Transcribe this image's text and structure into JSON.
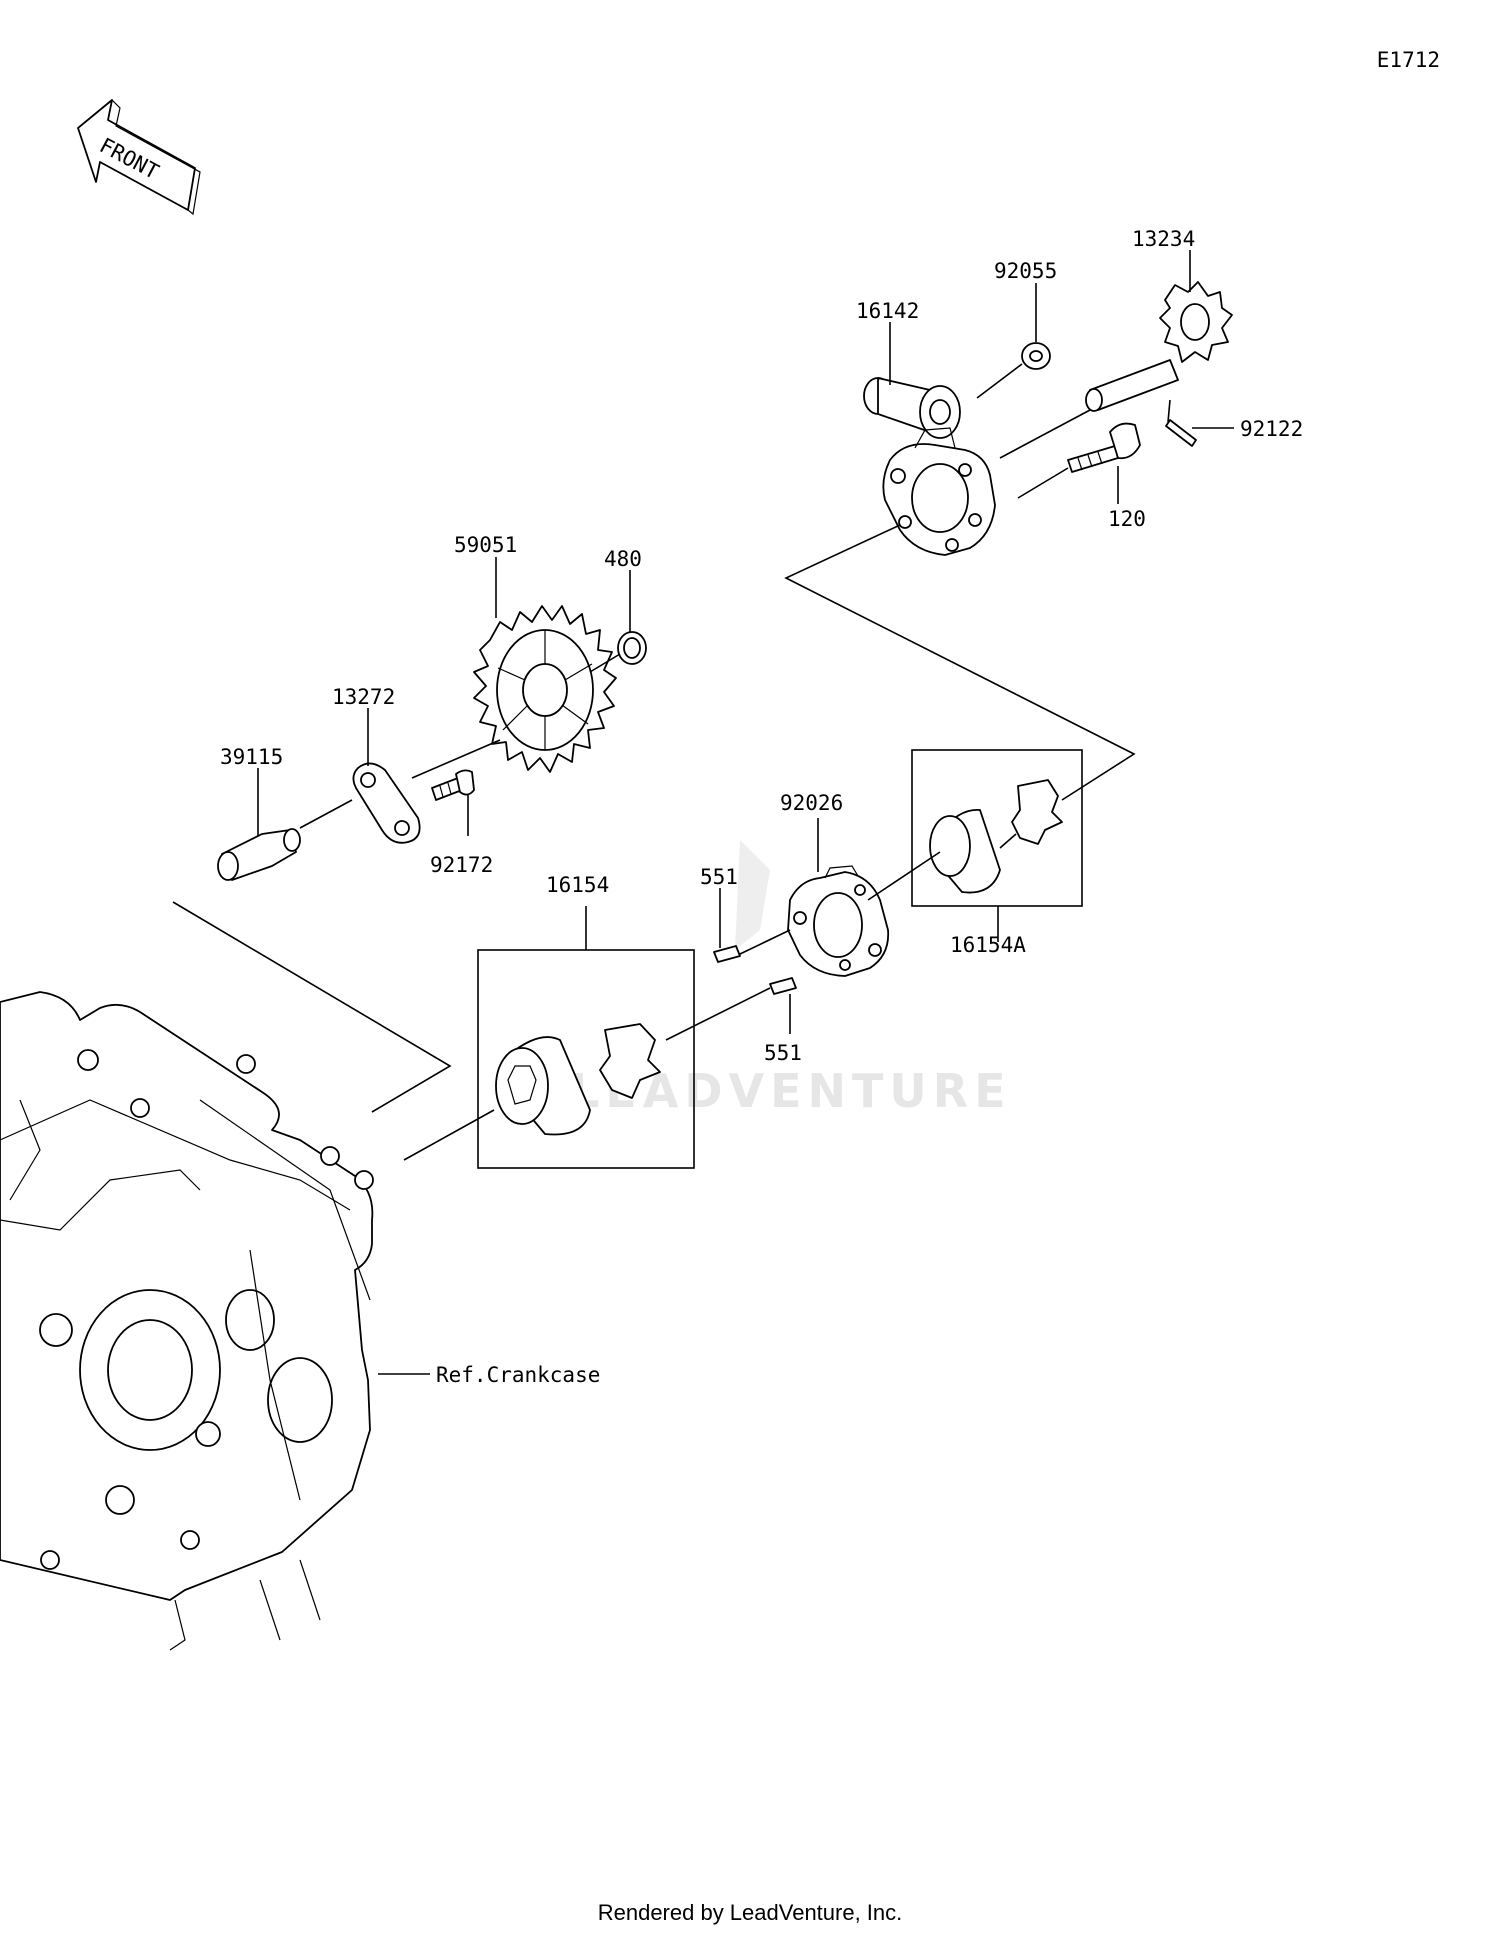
{
  "diagram_code": "E1712",
  "front_arrow_label": "FRONT",
  "watermark_text": "LEADVENTURE",
  "footer_text": "Rendered by LeadVenture, Inc.",
  "parts": {
    "p13234": "13234",
    "p92055": "92055",
    "p16142": "16142",
    "p92122": "92122",
    "p120": "120",
    "p59051": "59051",
    "p480": "480",
    "p13272": "13272",
    "p39115": "39115",
    "p92172": "92172",
    "p16154": "16154",
    "p551a": "551",
    "p551b": "551",
    "p92026": "92026",
    "p16154A": "16154A",
    "ref_crankcase": "Ref.Crankcase"
  },
  "colors": {
    "line": "#000000",
    "background": "#ffffff",
    "watermark": "#e6e6e6"
  }
}
